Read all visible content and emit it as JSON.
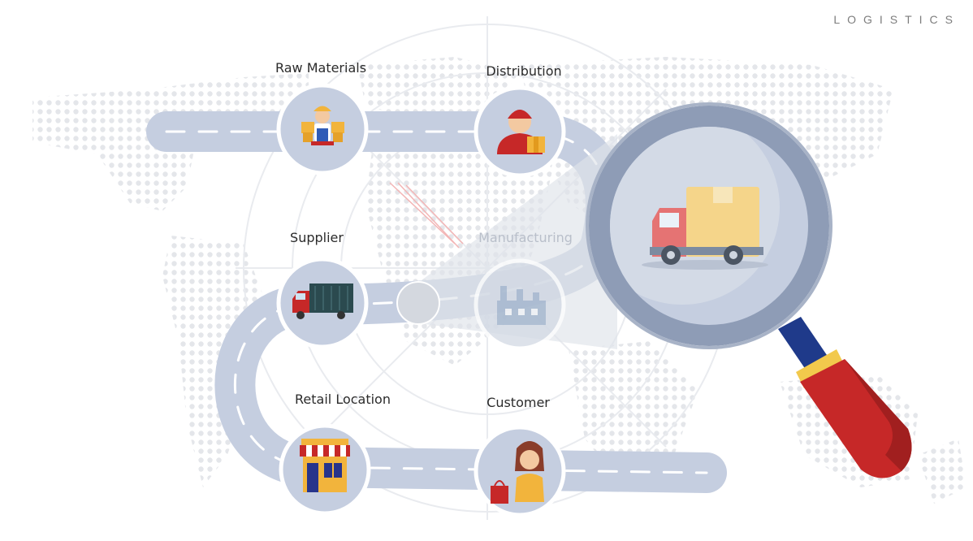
{
  "brand": "LOGISTICS",
  "stages": [
    {
      "label": "Raw Materials",
      "icon": "worker-with-boxes-icon"
    },
    {
      "label": "Distribution",
      "icon": "delivery-man-icon"
    },
    {
      "label": "Supplier",
      "icon": "cargo-truck-icon"
    },
    {
      "label": "Manufacturing",
      "icon": "factory-icon"
    },
    {
      "label": "Retail Location",
      "icon": "storefront-icon"
    },
    {
      "label": "Customer",
      "icon": "shopper-with-bag-icon"
    }
  ],
  "magnifier": {
    "icon": "delivery-truck-icon"
  },
  "colors": {
    "road": "#c5cee0",
    "road_dash": "#ffffff",
    "node_border": "#ffffff",
    "magnifier_rim": "#8e9cb6",
    "handle": "#c62828",
    "handle_band": "#f2c94c",
    "neck": "#1f3a8a"
  }
}
